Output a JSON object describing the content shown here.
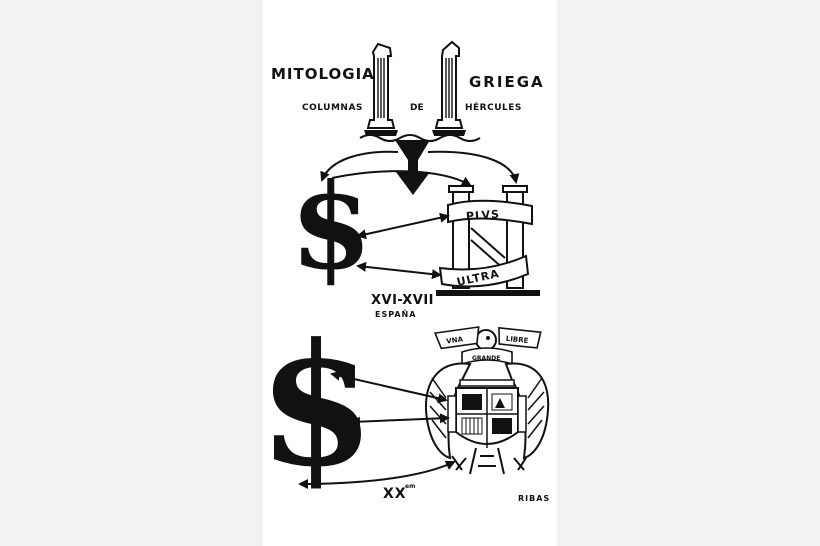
{
  "title_left": "MITOLOGIA",
  "title_right": "GRIEGA",
  "subtitle_left": "COLUMNAS",
  "subtitle_mid": "DE",
  "subtitle_right": "HÉRCULES",
  "banner_top": "PLVS",
  "banner_bottom": "ULTRA",
  "era_1": "XVI-XVII",
  "era_1_place": "ESPAÑA",
  "era_2": "XX",
  "era_2_sup": "em",
  "crest_ribbon_left": "VNA",
  "crest_ribbon_right": "LIBRE",
  "crest_ribbon_center": "GRANDE",
  "dollar_sign": "$",
  "signature": "RIBAS",
  "colors": {
    "ink": "#111111",
    "paper": "#ffffff",
    "page_bg": "#f2f2f2"
  }
}
